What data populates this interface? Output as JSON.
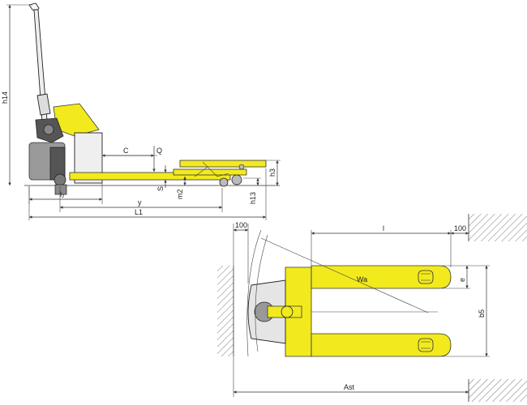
{
  "colors": {
    "frame": "#f2ea1c",
    "battery_box": "#9a9a9a",
    "motor": "#555555",
    "outline": "#222222"
  },
  "side_view": {
    "dims": {
      "h14": "h14",
      "c": "C",
      "q": "Q",
      "h3": "h3",
      "s": "S",
      "m2": "m2",
      "h13": "h13",
      "l2": "l₂",
      "y": "y",
      "l1": "L1"
    }
  },
  "top_view": {
    "dims": {
      "wall_gap_left": "100",
      "fork_length": "l",
      "wall_gap_right": "100",
      "wa": "Wa",
      "e": "e",
      "b5": "b5",
      "ast": "Ast"
    }
  }
}
